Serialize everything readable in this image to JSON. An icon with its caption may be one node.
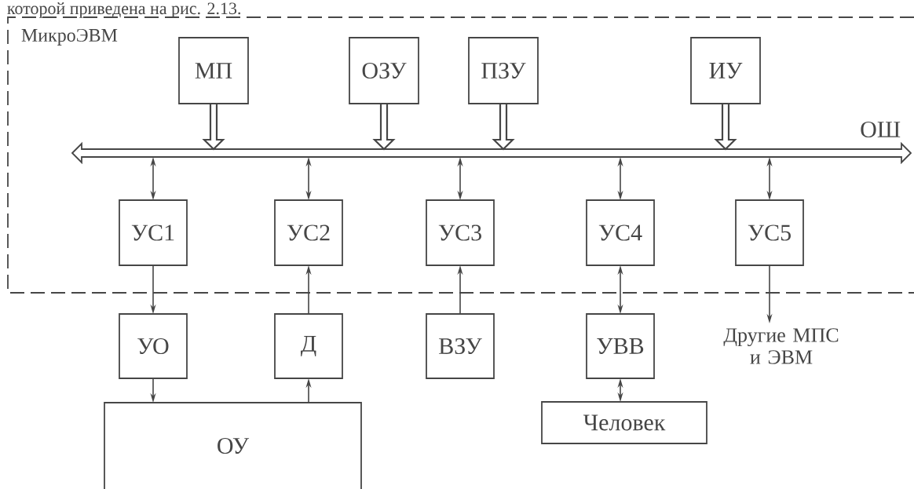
{
  "diagram": {
    "nodes": [
      {
        "text": [
          "МикроЭВМ"
        ]
      },
      {
        "text": [
          "МП"
        ],
        "in": 0
      },
      {
        "text": [
          "ОЗУ"
        ],
        "in": 0
      },
      {
        "text": [
          "ПЗУ"
        ],
        "in": 0
      },
      {
        "text": [
          "ИУ"
        ],
        "in": 0
      },
      {
        "text": [
          "ОШ"
        ],
        "in": 0
      },
      {
        "text": [
          "УС1"
        ],
        "in": 0
      },
      {
        "text": [
          "УС2"
        ],
        "in": 0
      },
      {
        "text": [
          "УС3"
        ],
        "in": 0
      },
      {
        "text": [
          "УС4"
        ],
        "in": 0
      },
      {
        "text": [
          "УС5"
        ],
        "in": 0
      },
      {
        "text": [
          "УО"
        ]
      },
      {
        "text": [
          "Д"
        ]
      },
      {
        "text": [
          "ВЗУ"
        ]
      },
      {
        "text": [
          "УВВ"
        ]
      },
      {
        "text": [
          "Другие МПС и ЭВМ"
        ]
      },
      {
        "text": [
          "ОУ"
        ]
      },
      {
        "text": [
          "Человек"
        ]
      }
    ],
    "edges": [
      {
        "from": 1,
        "to": 5,
        "arrow": "to",
        "style": "thick"
      },
      {
        "from": 2,
        "to": 5,
        "arrow": "to",
        "style": "thick"
      },
      {
        "from": 3,
        "to": 5,
        "arrow": "to",
        "style": "thick"
      },
      {
        "from": 4,
        "to": 5,
        "arrow": "to",
        "style": "thick"
      },
      {
        "from": 5,
        "to": 6,
        "arrow": "both"
      },
      {
        "from": 5,
        "to": 7,
        "arrow": "both"
      },
      {
        "from": 5,
        "to": 8,
        "arrow": "both"
      },
      {
        "from": 5,
        "to": 9,
        "arrow": "both"
      },
      {
        "from": 5,
        "to": 10,
        "arrow": "both"
      },
      {
        "from": 6,
        "to": 11,
        "arrow": "to"
      },
      {
        "from": 12,
        "to": 7,
        "arrow": "to"
      },
      {
        "from": 13,
        "to": 8,
        "arrow": "to"
      },
      {
        "from": 9,
        "to": 14,
        "arrow": "both"
      },
      {
        "from": 10,
        "to": 15,
        "arrow": "to"
      },
      {
        "from": 11,
        "to": 16,
        "arrow": "to"
      },
      {
        "from": 16,
        "to": 12,
        "arrow": "to"
      },
      {
        "from": 14,
        "to": 17,
        "arrow": "both"
      }
    ],
    "labels": [
      "которой приведена на рис. 2.13."
    ]
  }
}
